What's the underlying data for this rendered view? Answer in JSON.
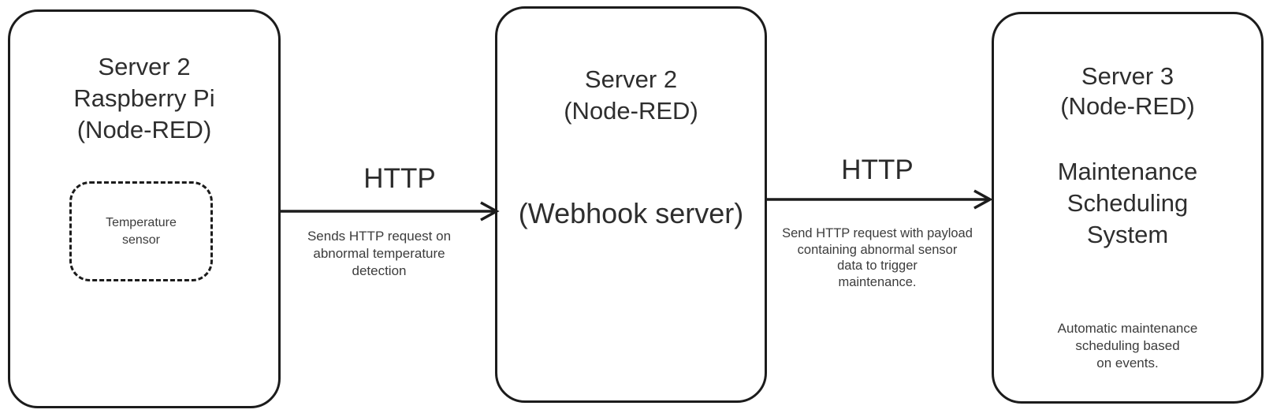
{
  "colors": {
    "stroke": "#1c1c1c",
    "title_text": "#2e2e2e",
    "body_text": "#3c3c3c",
    "background": "#ffffff"
  },
  "nodes": [
    {
      "id": "server2-raspberry-pi",
      "title_lines": [
        "Server 2",
        "Raspberry Pi",
        "(Node-RED)"
      ],
      "inner_node": {
        "label_lines": [
          "Temperature",
          "sensor"
        ]
      }
    },
    {
      "id": "server2-webhook",
      "title_lines": [
        "Server 2",
        "(Node-RED)"
      ],
      "subtitle": "(Webhook server)"
    },
    {
      "id": "server3-maintenance",
      "title_lines": [
        "Server 3",
        "(Node-RED)"
      ],
      "system_lines": [
        "Maintenance",
        "Scheduling",
        "System"
      ],
      "note_lines": [
        "Automatic maintenance",
        "scheduling based",
        "on events."
      ]
    }
  ],
  "edges": [
    {
      "label": "HTTP",
      "description_lines": [
        "Sends HTTP request on",
        "abnormal temperature",
        "detection"
      ]
    },
    {
      "label": "HTTP",
      "description_lines": [
        "Send HTTP request with payload",
        "containing abnormal sensor",
        "data to trigger",
        "maintenance."
      ]
    }
  ]
}
